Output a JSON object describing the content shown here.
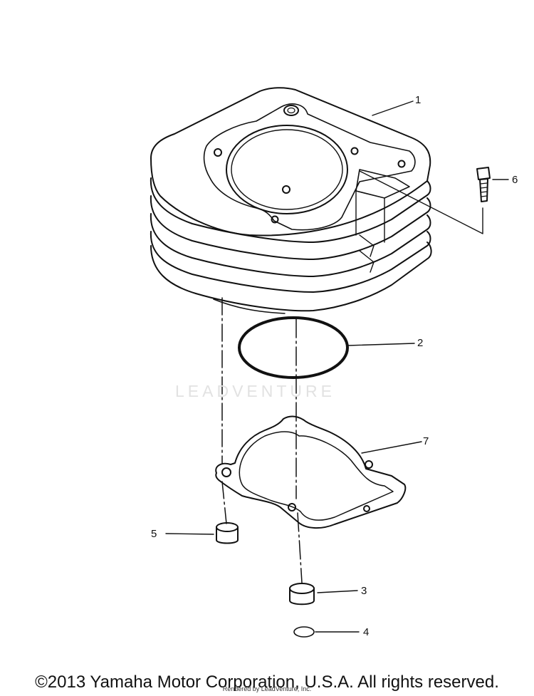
{
  "watermark": "LEADVENTURE",
  "copyright": "©2013 Yamaha Motor Corporation, U.S.A. All rights reserved.",
  "rendered_by": "Rendered by LeadVenture, Inc.",
  "callouts": {
    "cylinder": "1",
    "o_ring": "2",
    "dowel_pin_lower": "3",
    "small_o_ring": "4",
    "dowel_pin_left": "5",
    "bolt": "6",
    "gasket": "7"
  }
}
